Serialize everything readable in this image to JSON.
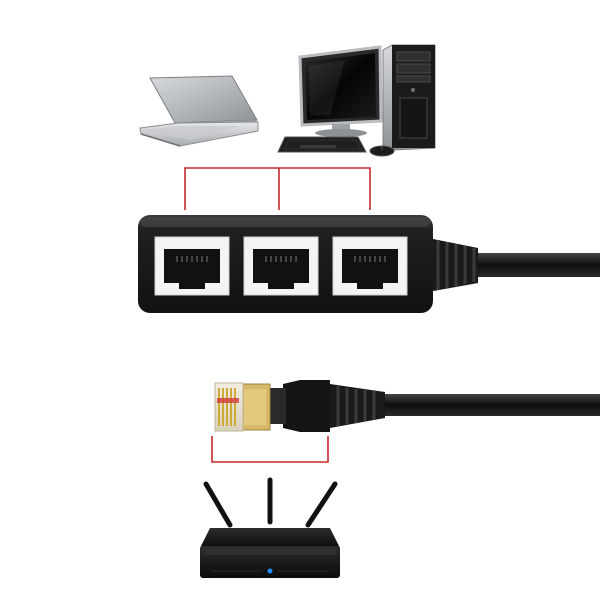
{
  "scene": {
    "background": "#ffffff",
    "connector_line_color": "#c8282d",
    "device_color": "#1c1c1c",
    "port_jack_color": "#f4f4f4",
    "laptop_body_color": "#b9bcc0",
    "router_led_color": "#1e8fff"
  },
  "devices": {
    "laptop": {
      "name": "laptop-icon"
    },
    "desktop": {
      "name": "desktop-computer-icon",
      "monitor": "monitor-icon",
      "tower": "pc-tower-icon",
      "keyboard": "keyboard-icon",
      "mouse": "mouse-icon"
    },
    "splitter": {
      "name": "ethernet-splitter",
      "ports": 3
    },
    "plug": {
      "name": "rj45-plug"
    },
    "router": {
      "name": "router-icon",
      "antennas": 3
    }
  }
}
